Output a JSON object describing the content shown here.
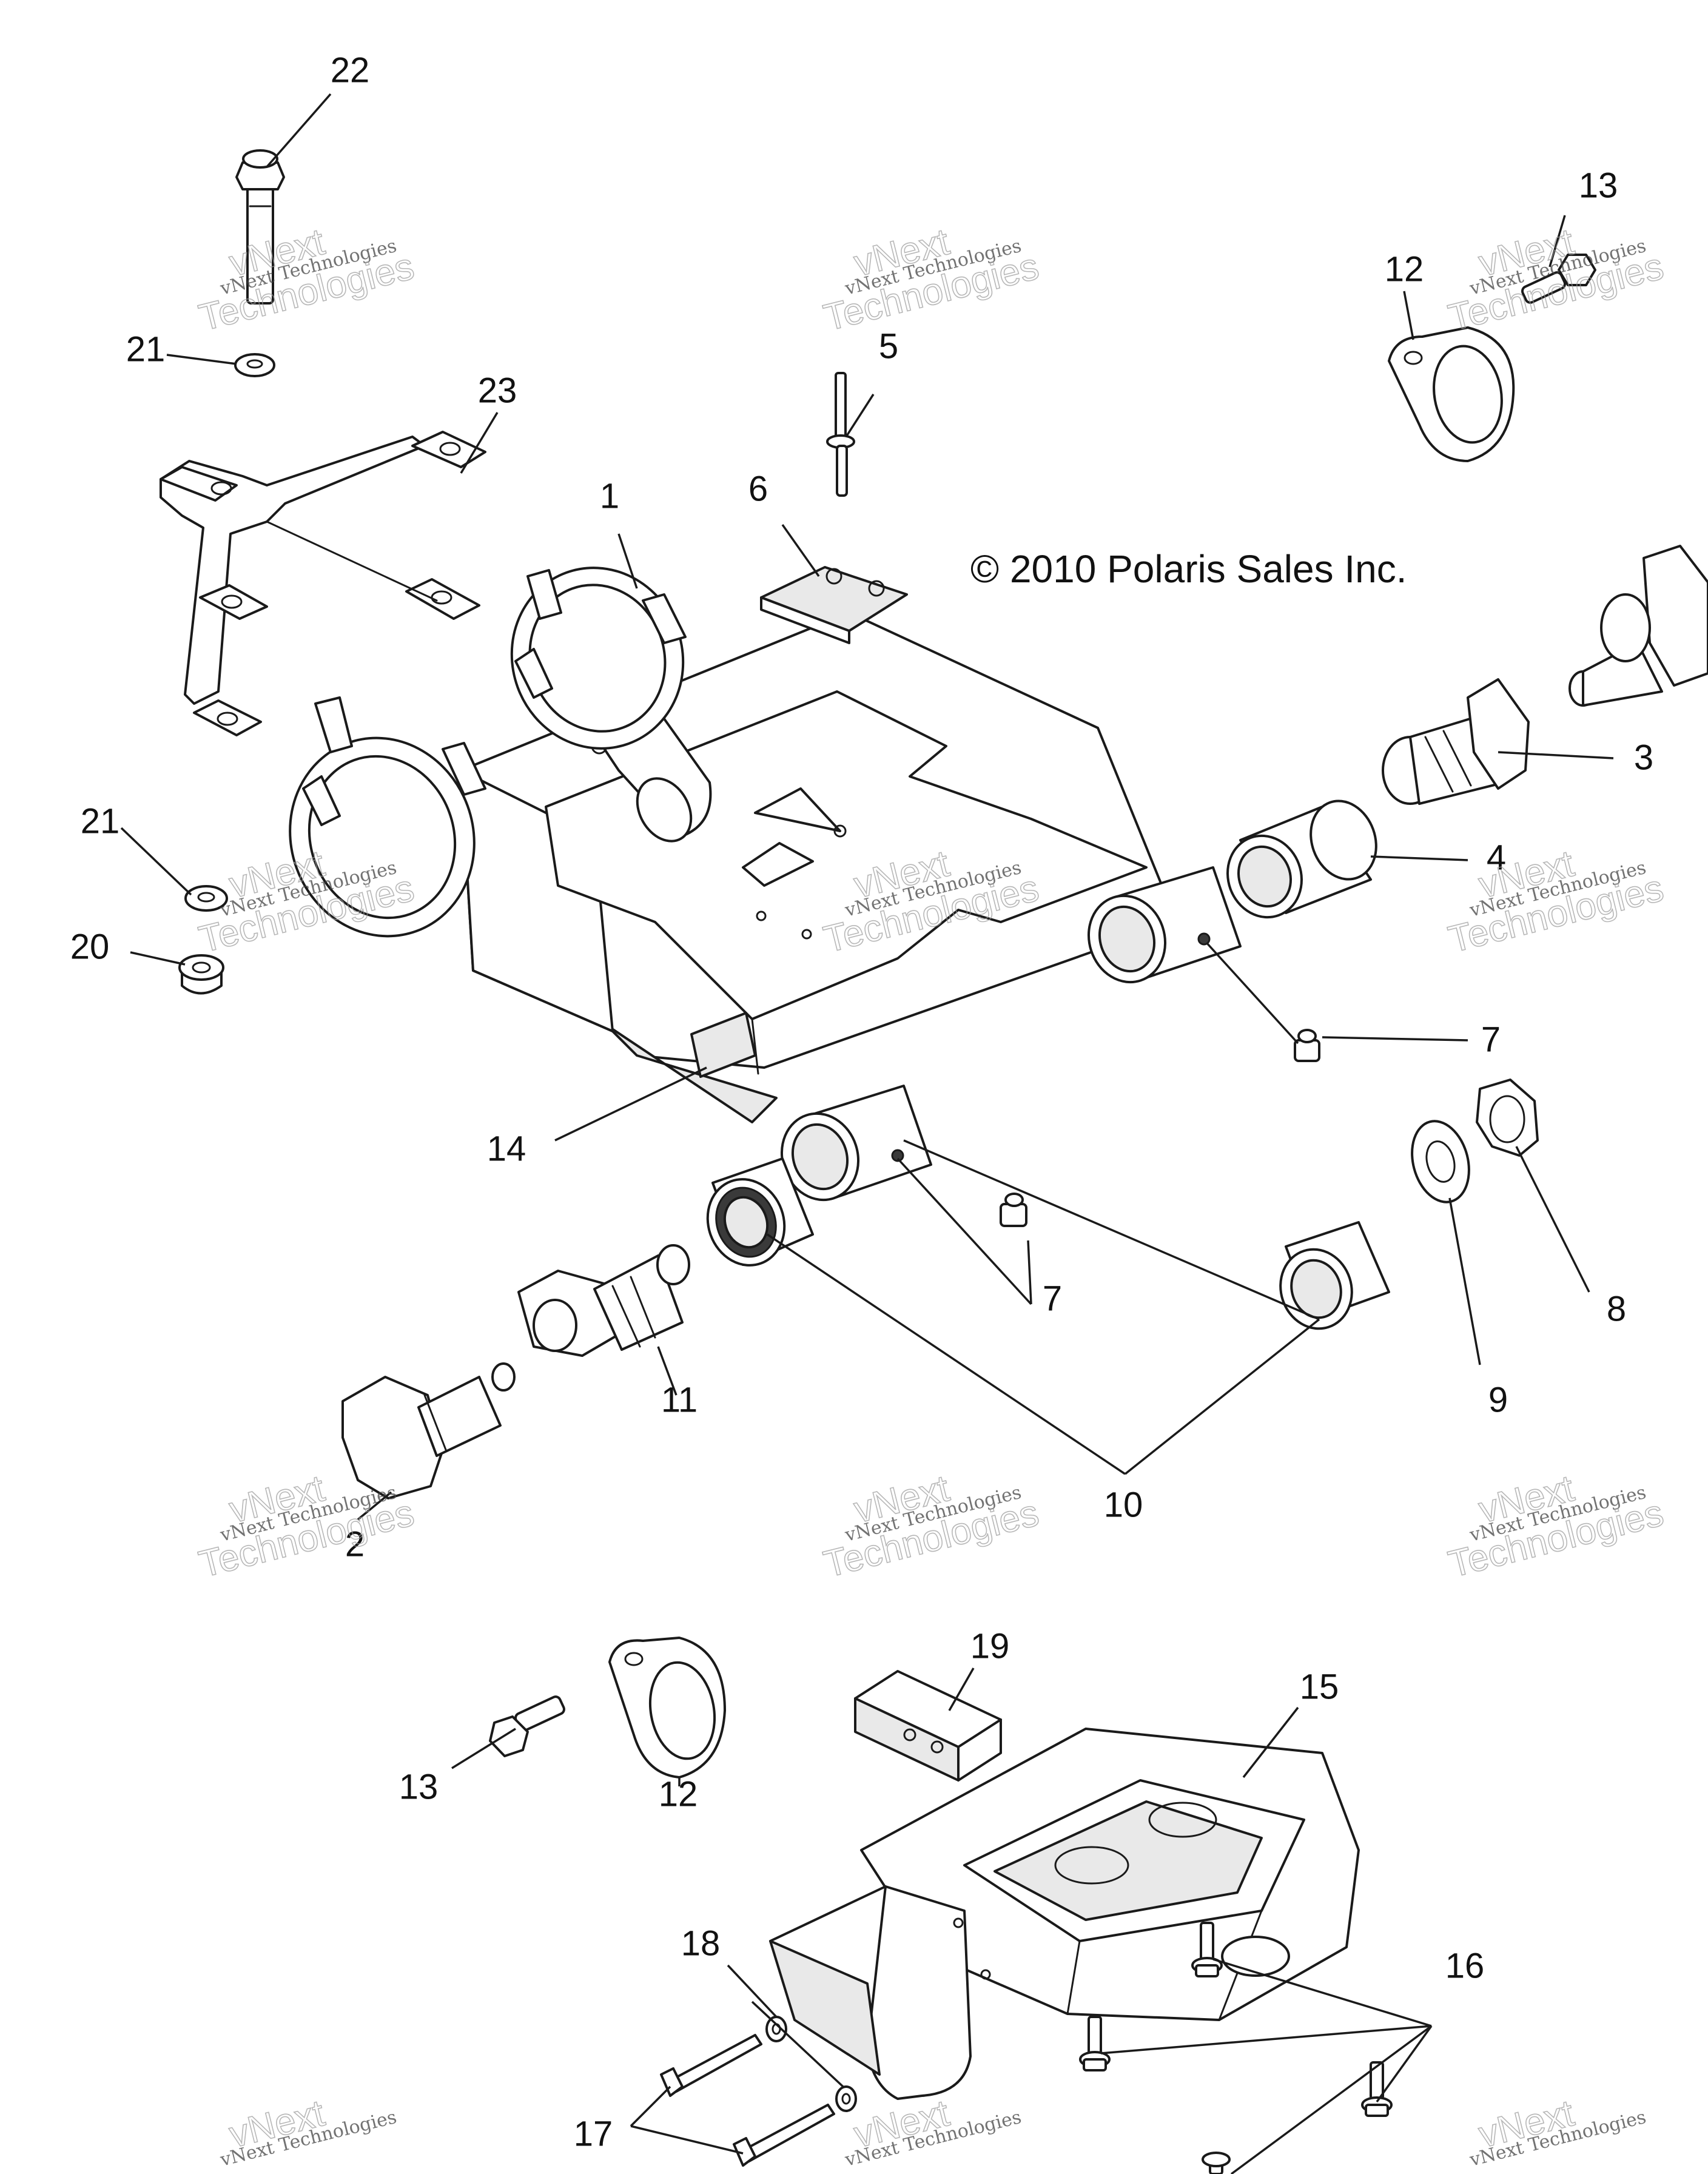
{
  "copyright": "© 2010 Polaris Sales Inc.",
  "watermark": {
    "line1": "vNext",
    "line2": "vNext Technologies",
    "line3": "Technologies"
  },
  "callouts": {
    "c1": "1",
    "c2": "2",
    "c3": "3",
    "c4": "4",
    "c5": "5",
    "c6": "6",
    "c7a": "7",
    "c7b": "7",
    "c8": "8",
    "c9": "9",
    "c10": "10",
    "c11": "11",
    "c12a": "12",
    "c12b": "12",
    "c13a": "13",
    "c13b": "13",
    "c14": "14",
    "c15": "15",
    "c16": "16",
    "c17": "17",
    "c18": "18",
    "c19": "19",
    "c20": "20",
    "c21a": "21",
    "c21b": "21",
    "c22": "22",
    "c23": "23"
  }
}
